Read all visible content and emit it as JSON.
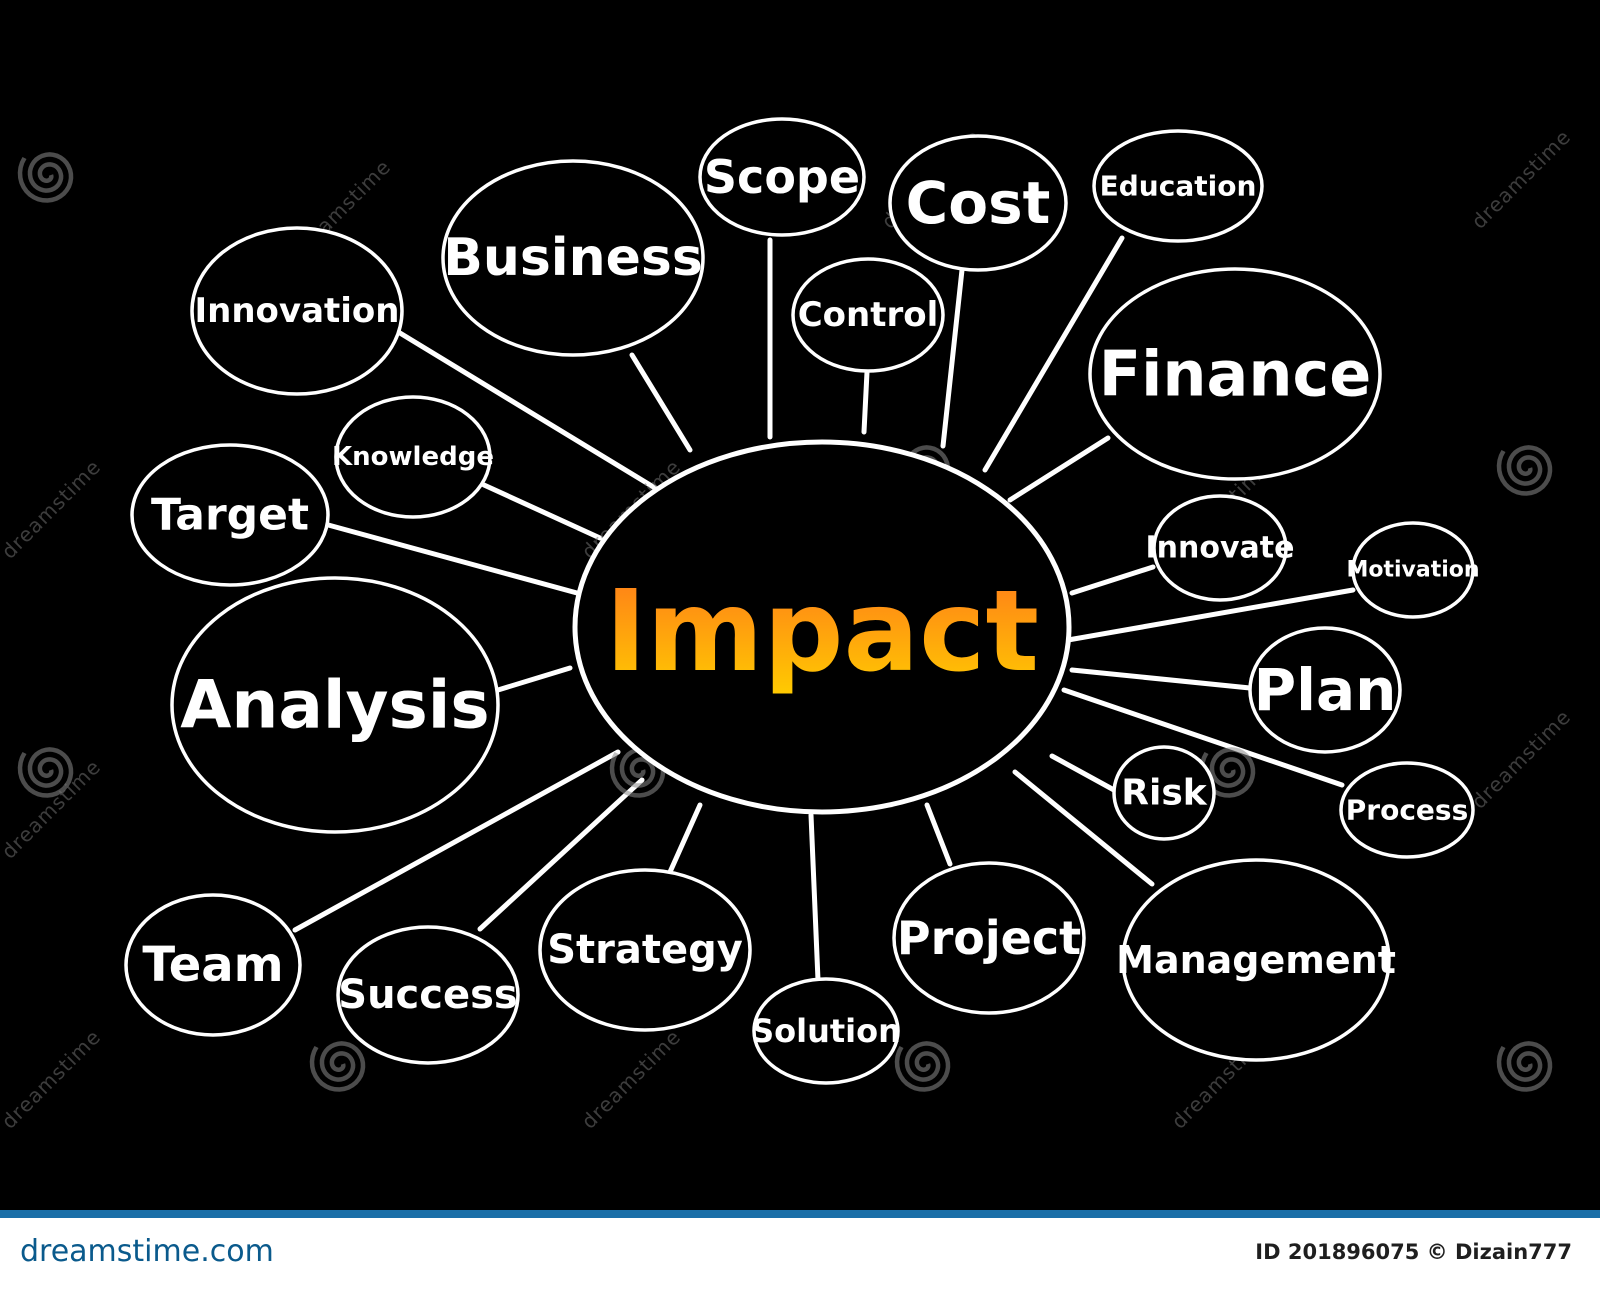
{
  "diagram": {
    "center": {
      "label": "Impact"
    },
    "nodes": [
      {
        "key": "scope",
        "label": "Scope"
      },
      {
        "key": "cost",
        "label": "Cost"
      },
      {
        "key": "education",
        "label": "Education"
      },
      {
        "key": "business",
        "label": "Business"
      },
      {
        "key": "innovation",
        "label": "Innovation"
      },
      {
        "key": "control",
        "label": "Control"
      },
      {
        "key": "finance",
        "label": "Finance"
      },
      {
        "key": "knowledge",
        "label": "Knowledge"
      },
      {
        "key": "target",
        "label": "Target"
      },
      {
        "key": "innovate",
        "label": "Innovate"
      },
      {
        "key": "motivation",
        "label": "Motivation"
      },
      {
        "key": "analysis",
        "label": "Analysis"
      },
      {
        "key": "plan",
        "label": "Plan"
      },
      {
        "key": "risk",
        "label": "Risk"
      },
      {
        "key": "process",
        "label": "Process"
      },
      {
        "key": "team",
        "label": "Team"
      },
      {
        "key": "success",
        "label": "Success"
      },
      {
        "key": "strategy",
        "label": "Strategy"
      },
      {
        "key": "solution",
        "label": "Solution"
      },
      {
        "key": "project",
        "label": "Project"
      },
      {
        "key": "management",
        "label": "Management"
      }
    ]
  },
  "colors": {
    "background": "#000000",
    "stroke": "#ffffff",
    "center_gradient_top": "#ff7a1a",
    "center_gradient_bottom": "#ffcc00",
    "footer_band": "#1b6fa8",
    "footer_brand": "#0a5a8c"
  },
  "watermark": {
    "text": "dreamstime",
    "icon": "dreamstime-spiral-icon"
  },
  "footer": {
    "brand": "dreamstime.com",
    "credit": "ID 201896075 © Dizain777"
  }
}
